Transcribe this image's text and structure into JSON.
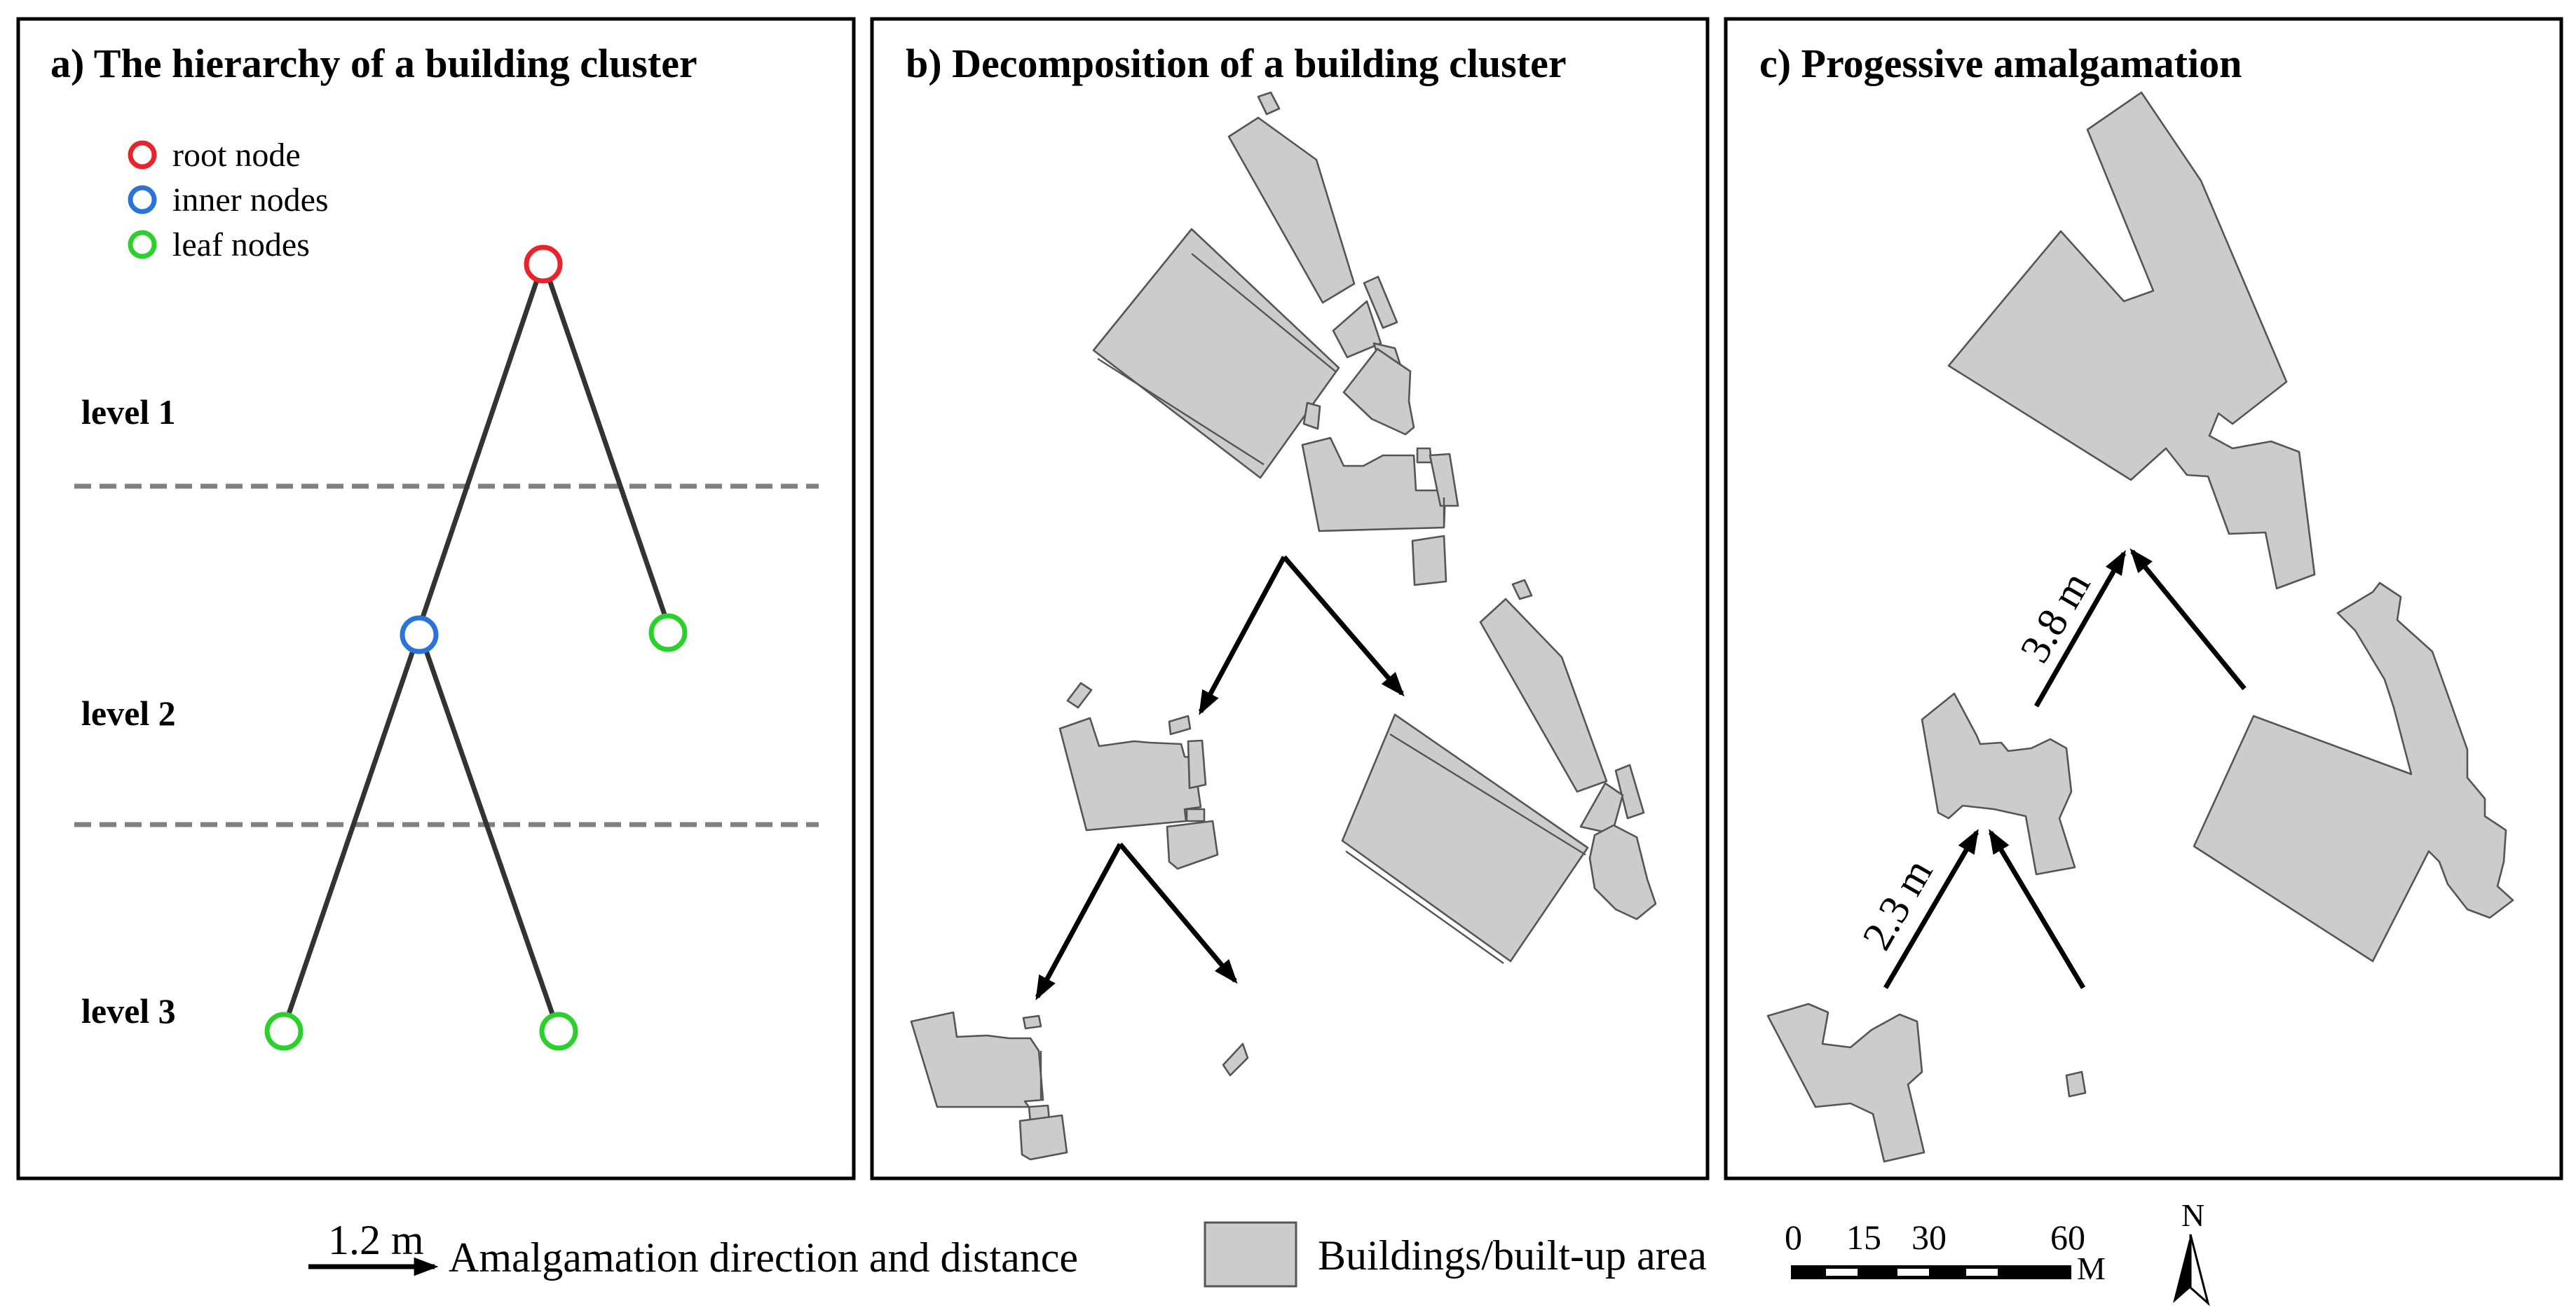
{
  "panels": {
    "a": {
      "title": "a) The hierarchy of a building cluster",
      "legend": {
        "root": "root node",
        "inner": "inner nodes",
        "leaf": "leaf nodes"
      },
      "levels": [
        "level 1",
        "level 2",
        "level 3"
      ]
    },
    "b": {
      "title": "b) Decomposition of a building cluster"
    },
    "c": {
      "title": "c) Progessive amalgamation",
      "distances": [
        "3.8 m",
        "2.3 m"
      ]
    }
  },
  "footer": {
    "arrow_sample": "1.2 m",
    "arrow_legend": "Amalgamation direction and  distance",
    "building_legend": "Buildings/built-up area",
    "scale_ticks": [
      "0",
      "15",
      "30",
      "60"
    ],
    "scale_unit": "M",
    "north": "N"
  },
  "colors": {
    "root": "#e8232a",
    "inner": "#2a73d9",
    "leaf": "#2ad12a",
    "building_fill": "#cccccc",
    "building_stroke": "#555555",
    "dashed_line": "#808080"
  },
  "icons": {
    "north_arrow": "north-arrow-icon"
  }
}
